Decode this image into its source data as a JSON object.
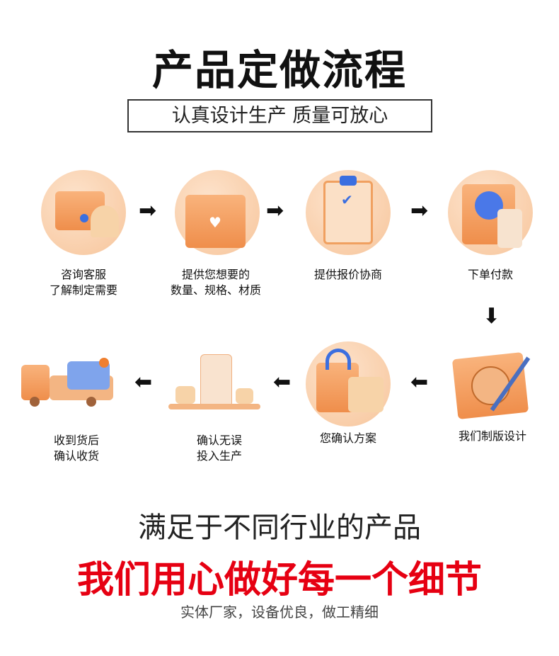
{
  "header": {
    "title": "产品定做流程",
    "subtitle": "认真设计生产 质量可放心"
  },
  "steps": [
    {
      "line1": "咨询客服",
      "line2": "了解制定需要",
      "icon": "envelope-bell-icon"
    },
    {
      "line1": "提供您想要的",
      "line2": "数量、规格、材质",
      "icon": "folder-icon"
    },
    {
      "line1": "提供报价协商",
      "line2": "",
      "icon": "clipboard-icon"
    },
    {
      "line1": "下单付款",
      "line2": "",
      "icon": "payment-terminal-icon"
    },
    {
      "line1": "我们制版设计",
      "line2": "",
      "icon": "design-drafting-icon"
    },
    {
      "line1": "您确认方案",
      "line2": "",
      "icon": "shopping-bag-icon"
    },
    {
      "line1": "确认无误",
      "line2": "投入生产",
      "icon": "factory-conveyor-icon"
    },
    {
      "line1": "收到货后",
      "line2": "确认收货",
      "icon": "delivery-truck-icon"
    }
  ],
  "footer": {
    "line1": "满足于不同行业的产品",
    "line2": "我们用心做好每一个细节",
    "line3": "实体厂家，设备优良，做工精细"
  },
  "colors": {
    "accent": "#e60012",
    "icon_orange": "#ef8e4b",
    "icon_blue": "#3b6fe0"
  }
}
